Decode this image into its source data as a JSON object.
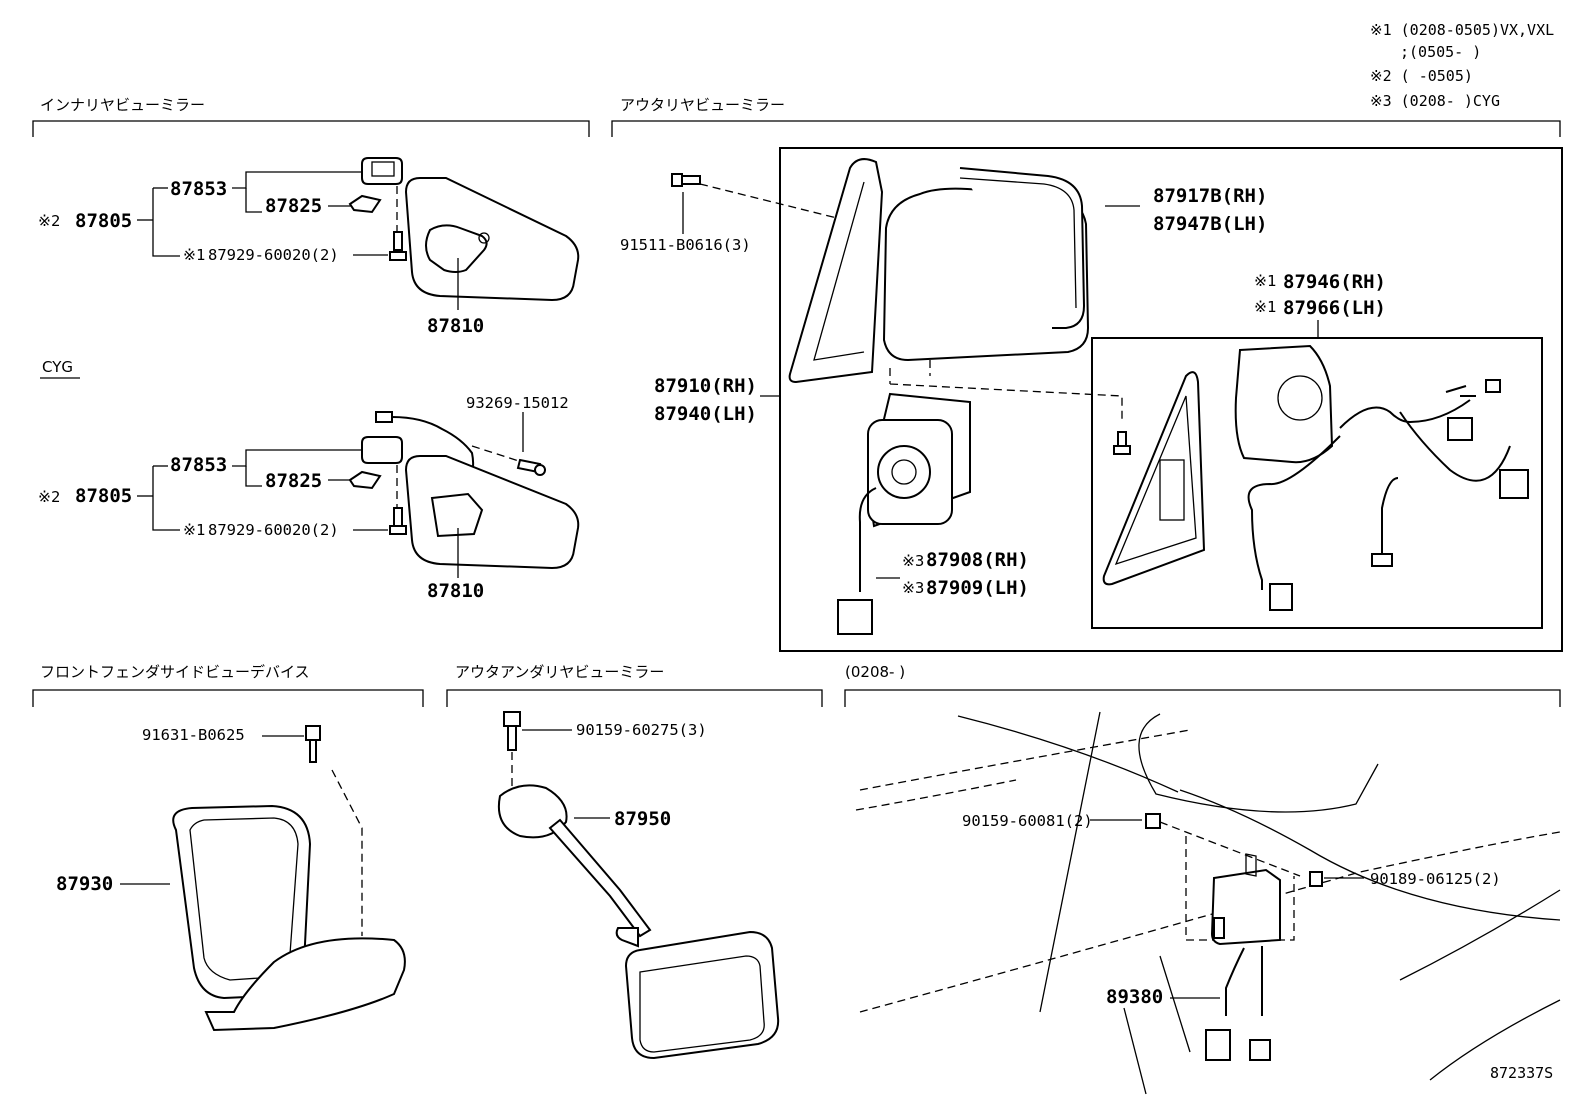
{
  "notes": {
    "n1_line1": "※1 (0208-0505)VX,VXL",
    "n1_line2": ";(0505-       )",
    "n2": "※2 (       -0505)",
    "n3": "※3 (0208-       )CYG"
  },
  "sections": {
    "inner_mirror": "インナリヤビューミラー",
    "outer_mirror": "アウタリヤビューミラー",
    "cyg": "CYG",
    "fender_device": "フロントフェンダサイドビューデバイス",
    "under_mirror": "アウタアンダリヤビューミラー",
    "under_period": "(0208-       )"
  },
  "inner_a": {
    "p87805": "87805",
    "mark2": "※2",
    "p87853": "87853",
    "p87825": "87825",
    "mark1": "※1",
    "p87929": "87929-60020(2)",
    "p87810": "87810"
  },
  "inner_b": {
    "p87805": "87805",
    "mark2": "※2",
    "p87853": "87853",
    "p87825": "87825",
    "mark1": "※1",
    "p87929": "87929-60020(2)",
    "p87810": "87810",
    "p93269": "93269-15012"
  },
  "outer": {
    "p91511": "91511-B0616(3)",
    "p87917": "87917B(RH)",
    "p87947": "87947B(LH)",
    "p87946": "87946(RH)",
    "p87966": "87966(LH)",
    "mark1a": "※1",
    "mark1b": "※1",
    "p87910": "87910(RH)",
    "p87940": "87940(LH)",
    "p87908": "87908(RH)",
    "p87909": "87909(LH)",
    "mark3a": "※3",
    "mark3b": "※3"
  },
  "fender": {
    "p91631": "91631-B0625",
    "p87930": "87930"
  },
  "under": {
    "p90159a": "90159-60275(3)",
    "p87950": "87950"
  },
  "sensor": {
    "p90159b": "90159-60081(2)",
    "p90189": "90189-06125(2)",
    "p89380": "89380"
  },
  "ref_code": "872337S"
}
